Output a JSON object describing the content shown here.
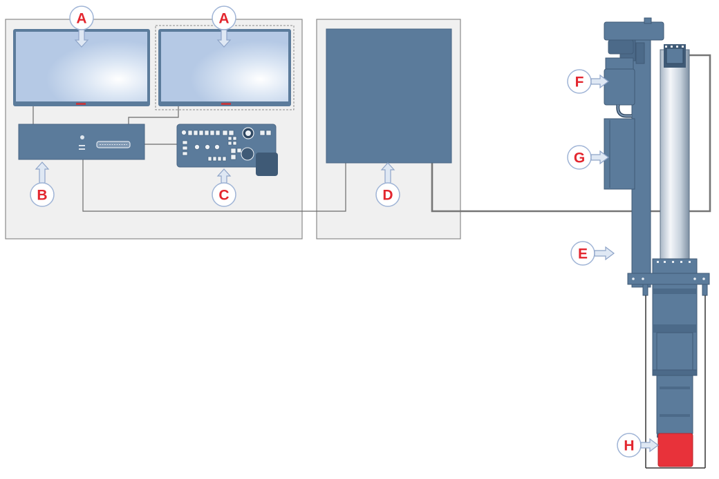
{
  "colors": {
    "panel_fill": "#f0f0f0",
    "panel_stroke": "#8a8a8a",
    "equipment": "#5b7b9b",
    "equipment_dark": "#3f5a76",
    "screen": "#b7cbe6",
    "cable": "#6a6a6a",
    "label_text": "#e3262e",
    "label_ring": "#9fb4d6",
    "arrow_fill": "#dfe8f4",
    "arrow_stroke": "#8ea4c8",
    "highlight_part": "#e8323a"
  },
  "labels": {
    "monitor_left": "A",
    "monitor_right": "A",
    "computer": "B",
    "control_panel": "C",
    "cabinet": "D",
    "column": "E",
    "unit_f": "F",
    "unit_g": "G",
    "bottom_part": "H"
  }
}
